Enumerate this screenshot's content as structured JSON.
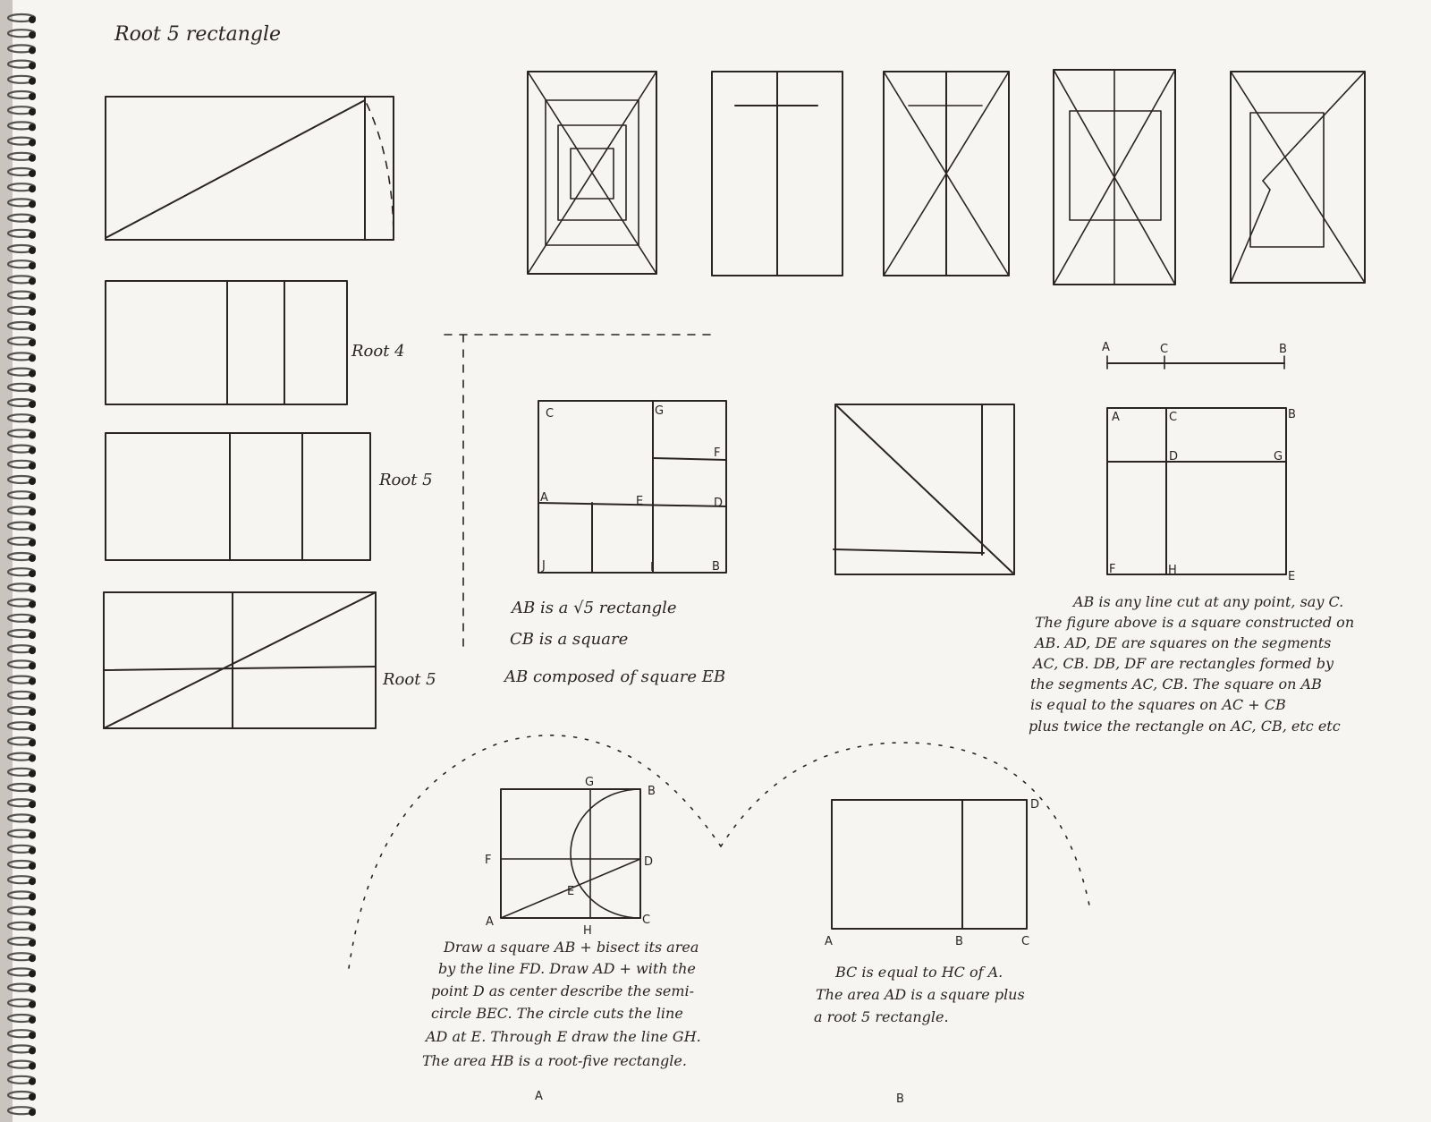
{
  "title": "Root 5 rectangle",
  "left_labels": [
    "Root 4",
    "Root 5",
    "Root 5"
  ],
  "seg_top": {
    "a": "A",
    "c": "C",
    "b": "B"
  },
  "sq_letters": {
    "c": "C",
    "g": "G",
    "f": "F",
    "a": "A",
    "e": "E",
    "d": "D",
    "j": "J",
    "i": "I",
    "b": "B"
  },
  "sq_notes": [
    "AB is a √5 rectangle",
    "CB is a square",
    "AB composed of square EB"
  ],
  "gn_letters": {
    "a": "A",
    "c": "C",
    "b": "B",
    "d": "D",
    "g": "G",
    "f": "F",
    "h": "H",
    "e": "E"
  },
  "gn_note": [
    "AB is any line cut at any point, say C.",
    "The figure above is a square constructed on",
    "AB. AD, DE are squares on the segments",
    "AC, CB. DB, DF are rectangles formed by",
    "the segments AC, CB. The square on AB",
    "is equal to the squares on AC + CB",
    "plus twice the rectangle on AC, CB, etc etc"
  ],
  "fig_a_letters": {
    "g": "G",
    "b": "B",
    "f": "F",
    "d": "D",
    "e": "E",
    "a": "A",
    "h": "H",
    "c": "C"
  },
  "fig_a_note": [
    "Draw a square AB + bisect its area",
    "by the line FD. Draw AD + with the",
    "point D as center describe the semi-",
    "circle BEC. The circle cuts the line",
    "AD at E. Through E draw the line GH.",
    "The area HB is a root-five rectangle."
  ],
  "fig_a_caption": "A",
  "fig_b_letters": {
    "d": "D",
    "a": "A",
    "b": "B",
    "c": "C"
  },
  "fig_b_note": [
    "BC is equal to HC of A.",
    "The area AD is a square plus",
    "a root 5 rectangle."
  ],
  "fig_b_caption": "B"
}
